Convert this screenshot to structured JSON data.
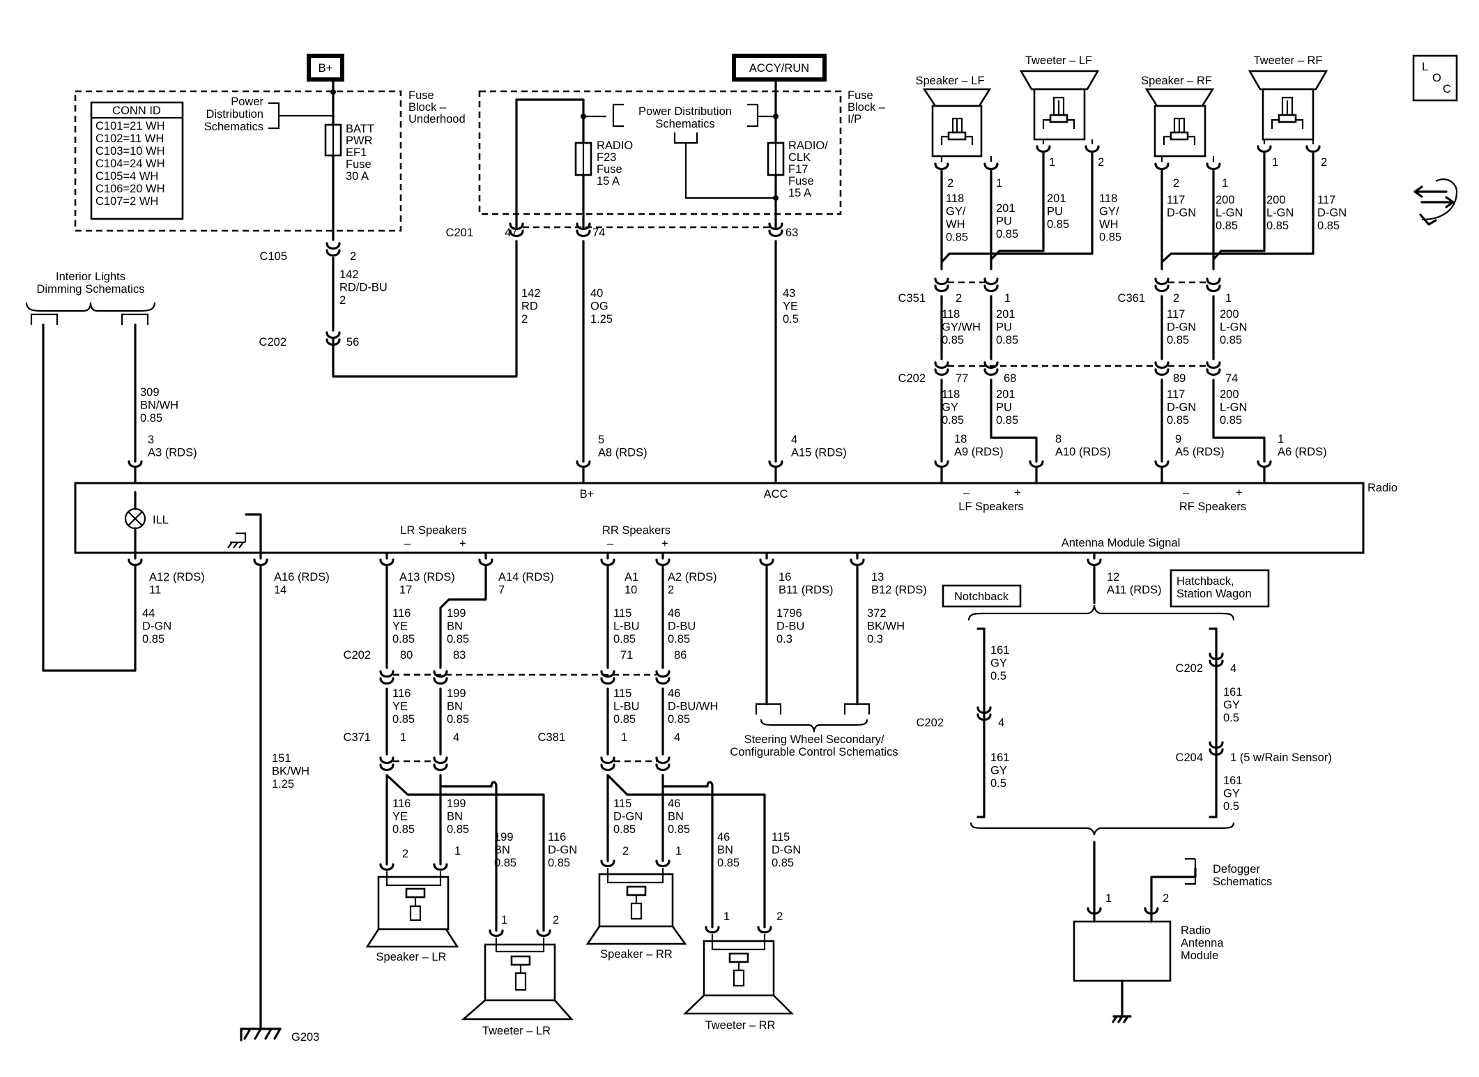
{
  "power": {
    "bplus": "B+",
    "accy_run": "ACCY/RUN"
  },
  "loc_icon": {
    "l": "L",
    "o": "O",
    "c": "C",
    "name": "loc-icon"
  },
  "conn_table": {
    "title": "CONN ID",
    "rows": [
      "C101=21 WH",
      "C102=11 WH",
      "C103=10 WH",
      "C104=24 WH",
      "C105=4 WH",
      "C106=20 WH",
      "C107=2 WH"
    ]
  },
  "refs": {
    "power_dist_1": [
      "Power",
      "Distribution",
      "Schematics"
    ],
    "power_dist_2": [
      "Power Distribution",
      "Schematics"
    ],
    "interior_lights": [
      "Interior Lights",
      "Dimming Schematics"
    ],
    "steering": [
      "Steering Wheel Secondary/",
      "Configurable Control Schematics"
    ],
    "defogger": [
      "Defogger",
      "Schematics"
    ]
  },
  "fuse_blocks": {
    "underhood": [
      "Fuse",
      "Block –",
      "Underhood"
    ],
    "ip": [
      "Fuse",
      "Block –",
      "I/P"
    ]
  },
  "fuses": {
    "batt": [
      "BATT",
      "PWR",
      "EF1",
      "Fuse",
      "30 A"
    ],
    "radio": [
      "RADIO",
      "F23",
      "Fuse",
      "15 A"
    ],
    "radio_clk": [
      "RADIO/",
      "CLK",
      "F17",
      "Fuse",
      "15 A"
    ]
  },
  "speakers": {
    "lf": "Speaker – LF",
    "tw_lf": "Tweeter – LF",
    "rf": "Speaker – RF",
    "tw_rf": "Tweeter – RF",
    "lr": "Speaker – LR",
    "tw_lr": "Tweeter – LR",
    "rr": "Speaker – RR",
    "tw_rr": "Tweeter – RR"
  },
  "radio": {
    "name": "Radio",
    "ill": "ILL",
    "bplus": "B+",
    "acc": "ACC",
    "lf_speakers": "LF Speakers",
    "rf_speakers": "RF Speakers",
    "lr_speakers": "LR Speakers",
    "rr_speakers": "RR Speakers",
    "antenna_signal": "Antenna Module Signal",
    "minus": "–",
    "plus": "+"
  },
  "variants": {
    "notchback": "Notchback",
    "hatchback": [
      "Hatchback,",
      "Station Wagon"
    ]
  },
  "antenna": {
    "name": [
      "Radio",
      "Antenna",
      "Module"
    ],
    "pin1": "1",
    "pin2": "2"
  },
  "ground": "G203",
  "labels": [
    {
      "t": [
        "2"
      ],
      "name": "c105-pin"
    },
    {
      "t": [
        "C105"
      ],
      "name": "c105-label"
    },
    {
      "t": [
        "142",
        "RD/D-BU",
        "2"
      ],
      "name": "wire-142-rd-dbu"
    },
    {
      "t": [
        "C202"
      ],
      "name": "c202-label-top"
    },
    {
      "t": [
        "56"
      ],
      "name": "c202-pin-56"
    },
    {
      "t": [
        "C201"
      ],
      "name": "c201-label"
    },
    {
      "t": [
        "47"
      ],
      "name": "c201-pin-47"
    },
    {
      "t": [
        "74"
      ],
      "name": "c201-pin-74"
    },
    {
      "t": [
        "63"
      ],
      "name": "c201-pin-63"
    },
    {
      "t": [
        "142",
        "RD",
        "2"
      ],
      "name": "wire-142-rd"
    },
    {
      "t": [
        "40",
        "OG",
        "1.25"
      ],
      "name": "wire-40-og"
    },
    {
      "t": [
        "43",
        "YE",
        "0.5"
      ],
      "name": "wire-43-ye"
    },
    {
      "t": [
        "309",
        "BN/WH",
        "0.85"
      ],
      "name": "wire-309"
    },
    {
      "t": [
        "3",
        "A3 (RDS)"
      ],
      "name": "pin-a3"
    },
    {
      "t": [
        "5",
        "A8 (RDS)"
      ],
      "name": "pin-a8"
    },
    {
      "t": [
        "4",
        "A15 (RDS)"
      ],
      "name": "pin-a15"
    },
    {
      "t": [
        "2"
      ],
      "name": "lf-spk-pin2"
    },
    {
      "t": [
        "1"
      ],
      "name": "lf-spk-pin1"
    },
    {
      "t": [
        "1"
      ],
      "name": "lf-tw-pin1"
    },
    {
      "t": [
        "2"
      ],
      "name": "lf-tw-pin2"
    },
    {
      "t": [
        "118",
        "GY/",
        "WH",
        "0.85"
      ],
      "name": "wire-118-lf-spk"
    },
    {
      "t": [
        "201",
        "PU",
        "0.85"
      ],
      "name": "wire-201-lf-spk"
    },
    {
      "t": [
        "201",
        "PU",
        "0.85"
      ],
      "name": "wire-201-lf-tw"
    },
    {
      "t": [
        "118",
        "GY/",
        "WH",
        "0.85"
      ],
      "name": "wire-118-lf-tw"
    },
    {
      "t": [
        "2"
      ],
      "name": "rf-spk-pin2"
    },
    {
      "t": [
        "1"
      ],
      "name": "rf-spk-pin1"
    },
    {
      "t": [
        "1"
      ],
      "name": "rf-tw-pin1"
    },
    {
      "t": [
        "2"
      ],
      "name": "rf-tw-pin2"
    },
    {
      "t": [
        "117",
        "D-GN"
      ],
      "name": "wire-117-rf-spk"
    },
    {
      "t": [
        "200",
        "L-GN",
        "0.85"
      ],
      "name": "wire-200-rf-spk"
    },
    {
      "t": [
        "200",
        "L-GN",
        "0.85"
      ],
      "name": "wire-200-rf-tw"
    },
    {
      "t": [
        "117",
        "D-GN",
        "0.85"
      ],
      "name": "wire-117-rf-tw"
    },
    {
      "t": [
        "C351"
      ],
      "name": "c351-label"
    },
    {
      "t": [
        "2"
      ],
      "name": "c351-pin2"
    },
    {
      "t": [
        "1"
      ],
      "name": "c351-pin1"
    },
    {
      "t": [
        "118",
        "GY/WH",
        "0.85"
      ],
      "name": "wire-118-c351"
    },
    {
      "t": [
        "201",
        "PU",
        "0.85"
      ],
      "name": "wire-201-c351"
    },
    {
      "t": [
        "C361"
      ],
      "name": "c361-label"
    },
    {
      "t": [
        "2"
      ],
      "name": "c361-pin2"
    },
    {
      "t": [
        "1"
      ],
      "name": "c361-pin1"
    },
    {
      "t": [
        "117",
        "D-GN",
        "0.85"
      ],
      "name": "wire-117-c361"
    },
    {
      "t": [
        "200",
        "L-GN",
        "0.85"
      ],
      "name": "wire-200-c361"
    },
    {
      "t": [
        "C202"
      ],
      "name": "c202-label-spk"
    },
    {
      "t": [
        "77"
      ],
      "name": "c202-pin-77"
    },
    {
      "t": [
        "68"
      ],
      "name": "c202-pin-68"
    },
    {
      "t": [
        "89"
      ],
      "name": "c202-pin-89"
    },
    {
      "t": [
        "74"
      ],
      "name": "c202-pin-74"
    },
    {
      "t": [
        "118",
        "GY",
        "0.85"
      ],
      "name": "wire-118-gy"
    },
    {
      "t": [
        "201",
        "PU",
        "0.85"
      ],
      "name": "wire-201-pu"
    },
    {
      "t": [
        "117",
        "D-GN",
        "0.85"
      ],
      "name": "wire-117-dgn"
    },
    {
      "t": [
        "200",
        "L-GN",
        "0.85"
      ],
      "name": "wire-200-lgn"
    },
    {
      "t": [
        "18",
        "A9 (RDS)"
      ],
      "name": "pin-a9"
    },
    {
      "t": [
        "8",
        "A10 (RDS)"
      ],
      "name": "pin-a10"
    },
    {
      "t": [
        "9",
        "A5 (RDS)"
      ],
      "name": "pin-a5"
    },
    {
      "t": [
        "1",
        "A6 (RDS)"
      ],
      "name": "pin-a6"
    },
    {
      "t": [
        "A12 (RDS)",
        "11"
      ],
      "name": "pin-a12"
    },
    {
      "t": [
        "44",
        "D-GN",
        "0.85"
      ],
      "name": "wire-44"
    },
    {
      "t": [
        "A16 (RDS)",
        "14"
      ],
      "name": "pin-a16"
    },
    {
      "t": [
        "151",
        "BK/WH",
        "1.25"
      ],
      "name": "wire-151"
    },
    {
      "t": [
        "A13 (RDS)",
        "17"
      ],
      "name": "pin-a13"
    },
    {
      "t": [
        "A14 (RDS)",
        "7"
      ],
      "name": "pin-a14"
    },
    {
      "t": [
        "116",
        "YE",
        "0.85"
      ],
      "name": "wire-116-lr-1"
    },
    {
      "t": [
        "199",
        "BN",
        "0.85"
      ],
      "name": "wire-199-lr-1"
    },
    {
      "t": [
        "C202"
      ],
      "name": "c202-label-rear"
    },
    {
      "t": [
        "80"
      ],
      "name": "c202-pin-80"
    },
    {
      "t": [
        "83"
      ],
      "name": "c202-pin-83"
    },
    {
      "t": [
        "116",
        "YE",
        "0.85"
      ],
      "name": "wire-116-lr-2"
    },
    {
      "t": [
        "199",
        "BN",
        "0.85"
      ],
      "name": "wire-199-lr-2"
    },
    {
      "t": [
        "C371"
      ],
      "name": "c371-label"
    },
    {
      "t": [
        "1"
      ],
      "name": "c371-pin1"
    },
    {
      "t": [
        "4"
      ],
      "name": "c371-pin4"
    },
    {
      "t": [
        "116",
        "YE",
        "0.85"
      ],
      "name": "wire-116-lr-3"
    },
    {
      "t": [
        "199",
        "BN",
        "0.85"
      ],
      "name": "wire-199-lr-3"
    },
    {
      "t": [
        "199",
        "BN",
        "0.85"
      ],
      "name": "wire-199-lr-tw"
    },
    {
      "t": [
        "116",
        "D-GN",
        "0.85"
      ],
      "name": "wire-116-lr-tw"
    },
    {
      "t": [
        "2"
      ],
      "name": "lr-spk-pin2"
    },
    {
      "t": [
        "1"
      ],
      "name": "lr-spk-pin1"
    },
    {
      "t": [
        "1"
      ],
      "name": "lr-tw-pin1"
    },
    {
      "t": [
        "2"
      ],
      "name": "lr-tw-pin2"
    },
    {
      "t": [
        "A1",
        "10"
      ],
      "name": "pin-a1"
    },
    {
      "t": [
        "A2 (RDS)",
        "2"
      ],
      "name": "pin-a2"
    },
    {
      "t": [
        "115",
        "L-BU",
        "0.85"
      ],
      "name": "wire-115-rr-1"
    },
    {
      "t": [
        "46",
        "D-BU",
        "0.85"
      ],
      "name": "wire-46-rr-1"
    },
    {
      "t": [
        "71"
      ],
      "name": "c202-pin-71"
    },
    {
      "t": [
        "86"
      ],
      "name": "c202-pin-86"
    },
    {
      "t": [
        "115",
        "L-BU",
        "0.85"
      ],
      "name": "wire-115-rr-2"
    },
    {
      "t": [
        "46",
        "D-BU/WH",
        "0.85"
      ],
      "name": "wire-46-rr-2"
    },
    {
      "t": [
        "C381"
      ],
      "name": "c381-label"
    },
    {
      "t": [
        "1"
      ],
      "name": "c381-pin1"
    },
    {
      "t": [
        "4"
      ],
      "name": "c381-pin4"
    },
    {
      "t": [
        "115",
        "D-GN",
        "0.85"
      ],
      "name": "wire-115-rr-3"
    },
    {
      "t": [
        "46",
        "BN",
        "0.85"
      ],
      "name": "wire-46-rr-3"
    },
    {
      "t": [
        "46",
        "BN",
        "0.85"
      ],
      "name": "wire-46-rr-tw"
    },
    {
      "t": [
        "115",
        "D-GN",
        "0.85"
      ],
      "name": "wire-115-rr-tw"
    },
    {
      "t": [
        "2"
      ],
      "name": "rr-spk-pin2"
    },
    {
      "t": [
        "1"
      ],
      "name": "rr-spk-pin1"
    },
    {
      "t": [
        "1"
      ],
      "name": "rr-tw-pin1"
    },
    {
      "t": [
        "2"
      ],
      "name": "rr-tw-pin2"
    },
    {
      "t": [
        "16",
        "B11 (RDS)"
      ],
      "name": "pin-b11"
    },
    {
      "t": [
        "13",
        "B12 (RDS)"
      ],
      "name": "pin-b12"
    },
    {
      "t": [
        "1796",
        "D-BU",
        "0.3"
      ],
      "name": "wire-1796"
    },
    {
      "t": [
        "372",
        "BK/WH",
        "0.3"
      ],
      "name": "wire-372"
    },
    {
      "t": [
        "12",
        "A11 (RDS)"
      ],
      "name": "pin-a11"
    },
    {
      "t": [
        "161",
        "GY",
        "0.5"
      ],
      "name": "wire-161-nb-1"
    },
    {
      "t": [
        "C202"
      ],
      "name": "c202-label-nb"
    },
    {
      "t": [
        "4"
      ],
      "name": "c202-nb-pin4"
    },
    {
      "t": [
        "161",
        "GY",
        "0.5"
      ],
      "name": "wire-161-nb-2"
    },
    {
      "t": [
        "C202"
      ],
      "name": "c202-label-hb"
    },
    {
      "t": [
        "4"
      ],
      "name": "c202-hb-pin4"
    },
    {
      "t": [
        "161",
        "GY",
        "0.5"
      ],
      "name": "wire-161-hb-1"
    },
    {
      "t": [
        "C204"
      ],
      "name": "c204-label"
    },
    {
      "t": [
        "1 (5 w/Rain Sensor)"
      ],
      "name": "c204-pin"
    },
    {
      "t": [
        "161",
        "GY",
        "0.5"
      ],
      "name": "wire-161-hb-2"
    }
  ]
}
